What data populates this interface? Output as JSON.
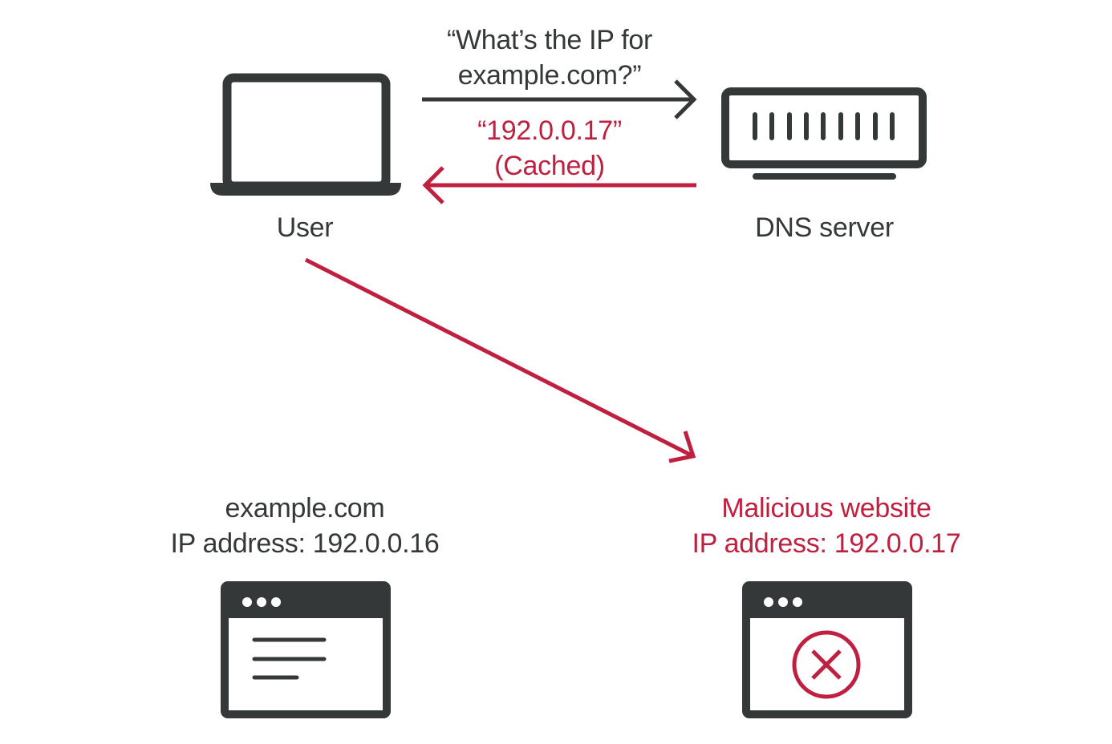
{
  "colors": {
    "dark": "#353839",
    "accent": "#c0203f",
    "background": "#ffffff"
  },
  "nodes": {
    "user": {
      "label": "User",
      "icon": "laptop-icon"
    },
    "dns_server": {
      "label": "DNS server",
      "icon": "server-icon"
    },
    "legit_site": {
      "name": "example.com",
      "ip_line": "IP address: 192.0.0.16",
      "icon": "browser-window-icon"
    },
    "malicious_site": {
      "name": "Malicious website",
      "ip_line": "IP address: 192.0.0.17",
      "icon": "browser-window-error-icon"
    }
  },
  "edges": {
    "query": {
      "from": "user",
      "to": "dns_server",
      "line1": "“What’s the IP for",
      "line2": "example.com?”"
    },
    "response": {
      "from": "dns_server",
      "to": "user",
      "line1": "“192.0.0.17”",
      "line2": "(Cached)"
    },
    "redirect": {
      "from": "user",
      "to": "malicious_site"
    }
  }
}
